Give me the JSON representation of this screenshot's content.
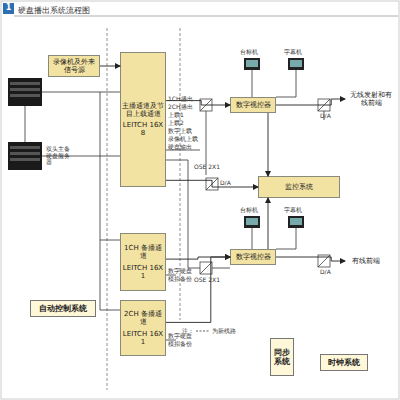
{
  "diagram": {
    "title": "硬盘播出系统流程图",
    "nodes": [
      {
        "text": [
          "录像机及外来信号源"
        ]
      },
      {
        "text": [
          "主播通道及节目上载通道",
          "LEITCH 16X8"
        ]
      },
      {
        "text": [
          "数字视控器"
        ]
      },
      {
        "text": [
          "无线发射和有线前端"
        ]
      },
      {
        "text": [
          "监控系统"
        ]
      },
      {
        "text": [
          "1CH 备播通道",
          "LEITCH 16X1"
        ]
      },
      {
        "text": [
          "数字视控器"
        ]
      },
      {
        "text": [
          "有线前端"
        ]
      },
      {
        "text": [
          "2CH 备播通道",
          "LEITCH 16X1"
        ]
      },
      {
        "text": [
          "自动控制系统"
        ]
      },
      {
        "text": [
          "同步系统"
        ]
      },
      {
        "text": [
          "时钟系统"
        ]
      }
    ],
    "edges": [
      {
        "from": 0,
        "to": 1,
        "arrow": "to"
      },
      {
        "from": 1,
        "to": 2,
        "arrow": "to"
      },
      {
        "from": 2,
        "to": 3,
        "arrow": "to"
      },
      {
        "from": 1,
        "to": 4,
        "arrow": "to"
      },
      {
        "from": 2,
        "to": 4,
        "arrow": "to"
      },
      {
        "from": 6,
        "to": 4,
        "arrow": "to"
      },
      {
        "from": 5,
        "to": 6,
        "arrow": "to"
      },
      {
        "from": 8,
        "to": 6,
        "arrow": "to"
      },
      {
        "from": 6,
        "to": 7,
        "arrow": "to"
      }
    ],
    "labels": [
      "1",
      "双头主备硬盘服务器",
      "1CH播出",
      "2CH播出",
      "上载1",
      "上载2",
      "数字上载",
      "录像机上载",
      "硬盘输出",
      "OSE 2X1",
      "D/A",
      "台标机",
      "字幕机",
      "D/A",
      "OSE 2X1",
      "台标机",
      "字幕机",
      "D/A",
      "数字硬盘",
      "模拟备份",
      "数字硬盘",
      "模拟备份",
      "注：",
      "为新线路"
    ]
  }
}
